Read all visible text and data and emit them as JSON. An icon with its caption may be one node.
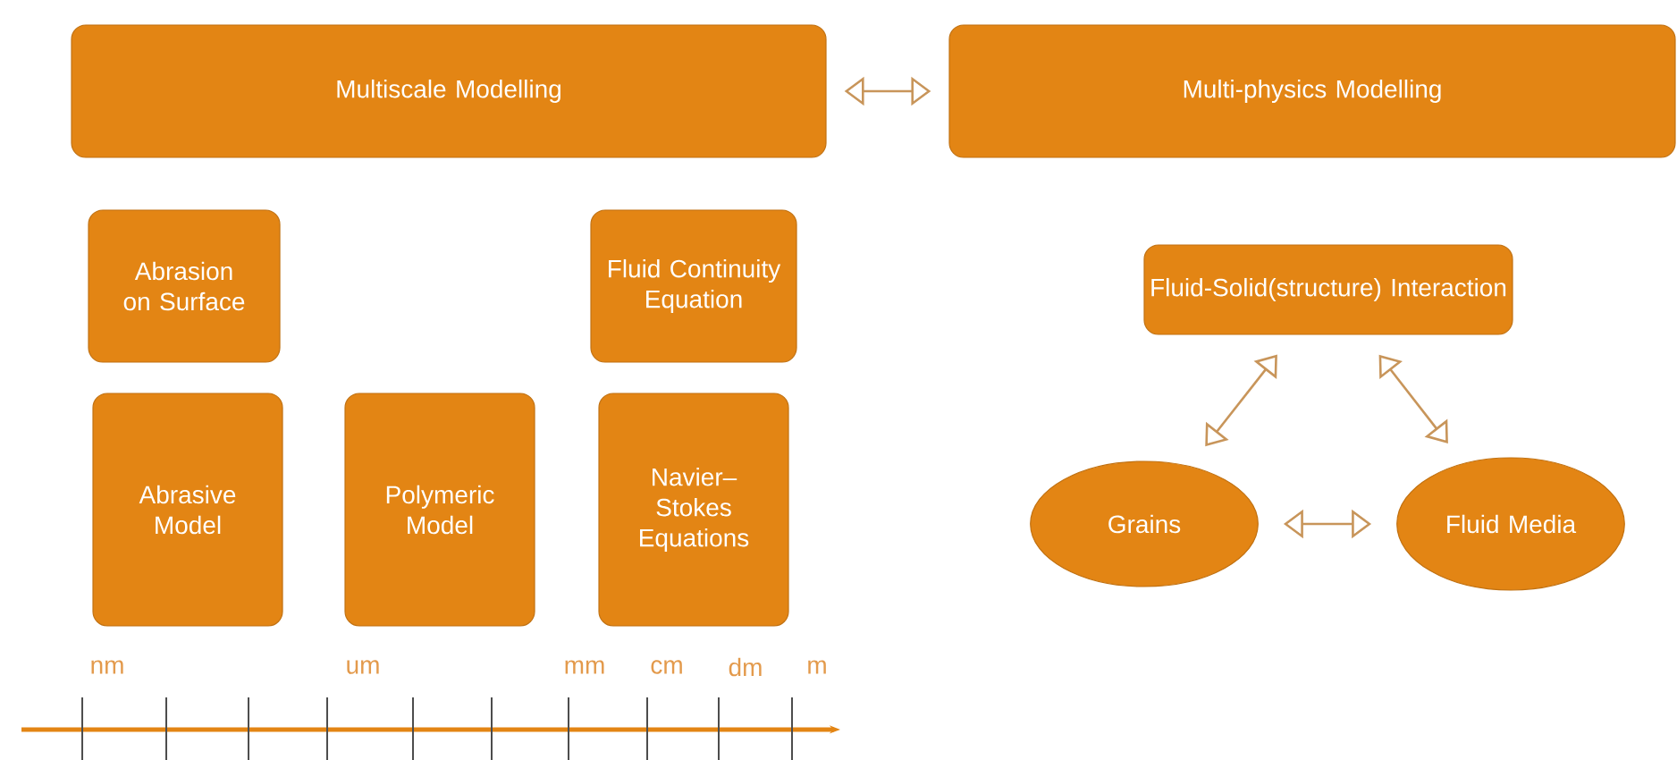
{
  "diagram": {
    "nodes": [
      {
        "text": [
          "Multiscale Modelling"
        ]
      },
      {
        "text": [
          "Multi-physics Modelling"
        ]
      },
      {
        "text": [
          "Abrasion on Surface"
        ]
      },
      {
        "text": [
          "Fluid Continuity Equation"
        ]
      },
      {
        "text": [
          "Abrasive Model"
        ]
      },
      {
        "text": [
          "Polymeric Model"
        ]
      },
      {
        "text": [
          "Navier–Stokes Equations"
        ]
      },
      {
        "text": [
          "Fluid-Solid(structure) Interaction"
        ]
      },
      {
        "text": [
          "Grains"
        ]
      },
      {
        "text": [
          "Fluid Media"
        ]
      }
    ],
    "edges": [
      {
        "from": 0,
        "to": 1,
        "arrow": "both"
      },
      {
        "from": 7,
        "to": 8,
        "arrow": "both"
      },
      {
        "from": 7,
        "to": 9,
        "arrow": "both"
      },
      {
        "from": 8,
        "to": 9,
        "arrow": "both"
      }
    ],
    "labels": [
      "nm",
      "um",
      "mm",
      "cm",
      "dm",
      "m"
    ]
  }
}
